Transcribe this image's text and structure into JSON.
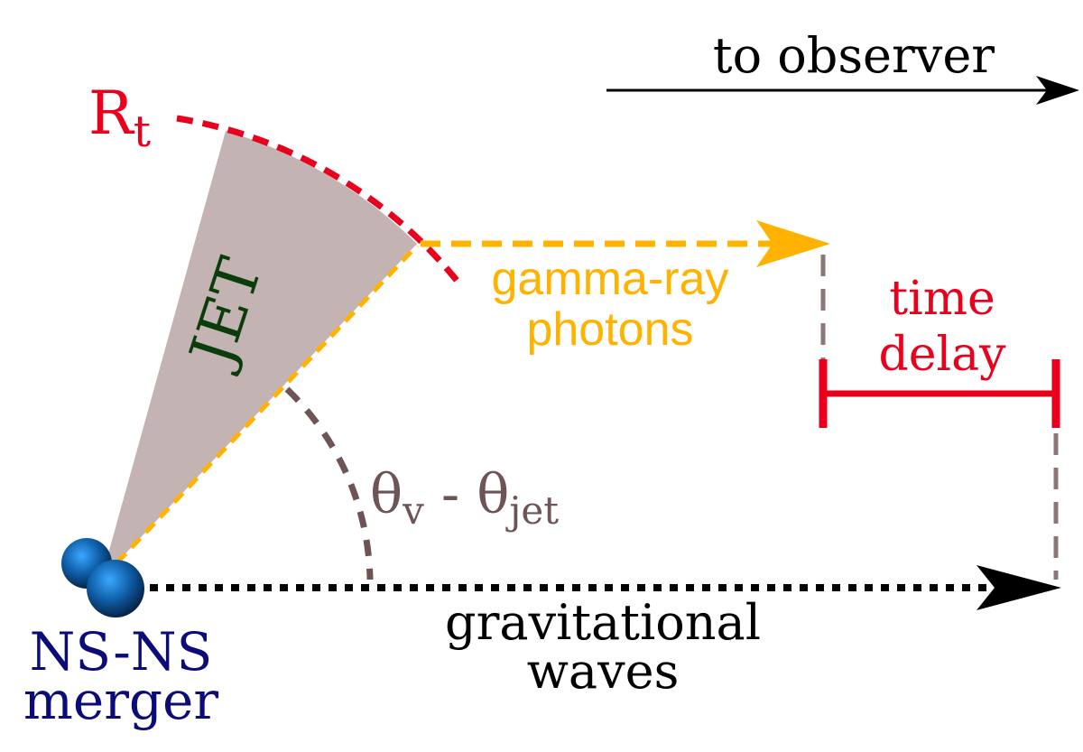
{
  "labels": {
    "to_observer": "to observer",
    "radius_main": "R",
    "radius_sub": "t",
    "jet": "JET",
    "gamma_line1": "gamma-ray",
    "gamma_line2": "photons",
    "time_delay_line1": "time",
    "time_delay_line2": "delay",
    "angle_theta_v": "θ",
    "angle_sub_v": "v",
    "angle_dash": " - ",
    "angle_theta_jet": "θ",
    "angle_sub_jet": "jet",
    "gw_line1": "gravitational",
    "gw_line2": "waves",
    "source_line1": "NS-NS",
    "source_line2": "merger"
  },
  "colors": {
    "radius": "#e8001c",
    "jet_fill": "#c4b3b3",
    "jet_text": "#0a3d0a",
    "gamma": "#ffb300",
    "angle": "#6e5454",
    "time_delay": "#e8001c",
    "gravitational": "#000000",
    "source": "#0b0b7a",
    "observer_arrow": "#000000",
    "guide": "#8c7777"
  }
}
